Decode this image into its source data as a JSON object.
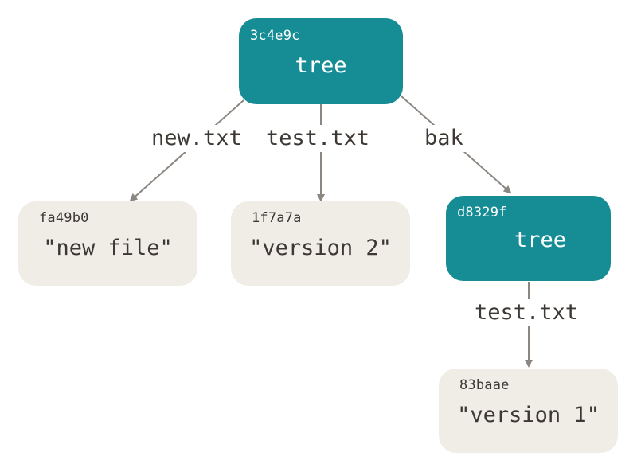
{
  "nodes": {
    "root_tree": {
      "hash": "3c4e9c",
      "content": "tree"
    },
    "new_file_blob": {
      "hash": "fa49b0",
      "content": "\"new file\""
    },
    "version2_blob": {
      "hash": "1f7a7a",
      "content": "\"version 2\""
    },
    "bak_tree": {
      "hash": "d8329f",
      "content": "tree"
    },
    "version1_blob": {
      "hash": "83baae",
      "content": "\"version 1\""
    }
  },
  "edges": {
    "root_to_new_file": {
      "label": "new.txt"
    },
    "root_to_version2": {
      "label": "test.txt"
    },
    "root_to_bak": {
      "label": "bak"
    },
    "bak_to_version1": {
      "label": "test.txt"
    }
  },
  "colors": {
    "tree_fill": "#168c95",
    "blob_fill": "#efede6",
    "arrow": "#8b8680",
    "text_dark": "#3d3833"
  }
}
